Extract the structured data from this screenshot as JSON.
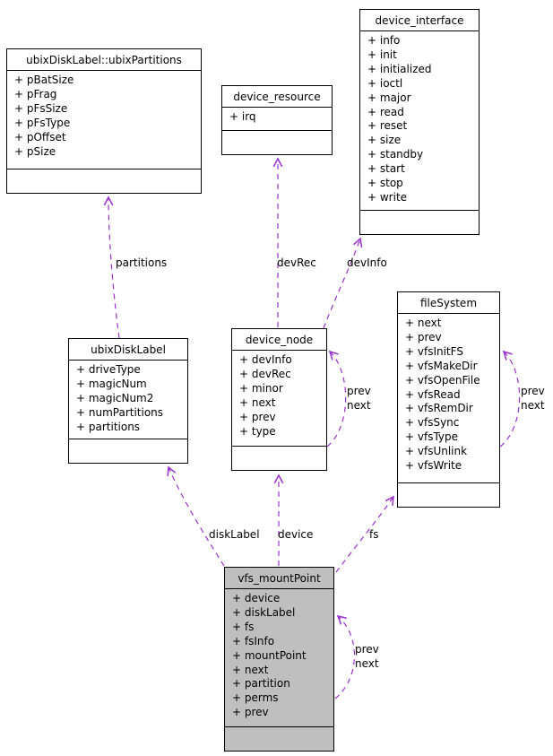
{
  "colors": {
    "edge": "#9a32cd",
    "border": "#000000",
    "node_fill": "#ffffff",
    "highlight_fill": "#bfbfbf",
    "text": "#000000"
  },
  "classes": {
    "ubixPartitions": {
      "title": "ubixDiskLabel::ubixPartitions",
      "fields": [
        "+ pBatSize",
        "+ pFrag",
        "+ pFsSize",
        "+ pFsType",
        "+ pOffset",
        "+ pSize"
      ]
    },
    "device_resource": {
      "title": "device_resource",
      "fields": [
        "+ irq"
      ]
    },
    "device_interface": {
      "title": "device_interface",
      "fields": [
        "+ info",
        "+ init",
        "+ initialized",
        "+ ioctl",
        "+ major",
        "+ read",
        "+ reset",
        "+ size",
        "+ standby",
        "+ start",
        "+ stop",
        "+ write"
      ]
    },
    "ubixDiskLabel": {
      "title": "ubixDiskLabel",
      "fields": [
        "+ driveType",
        "+ magicNum",
        "+ magicNum2",
        "+ numPartitions",
        "+ partitions"
      ]
    },
    "device_node": {
      "title": "device_node",
      "fields": [
        "+ devInfo",
        "+ devRec",
        "+ minor",
        "+ next",
        "+ prev",
        "+ type"
      ]
    },
    "fileSystem": {
      "title": "fileSystem",
      "fields": [
        "+ next",
        "+ prev",
        "+ vfsInitFS",
        "+ vfsMakeDir",
        "+ vfsOpenFile",
        "+ vfsRead",
        "+ vfsRemDir",
        "+ vfsSync",
        "+ vfsType",
        "+ vfsUnlink",
        "+ vfsWrite"
      ]
    },
    "vfs_mountPoint": {
      "title": "vfs_mountPoint",
      "fields": [
        "+ device",
        "+ diskLabel",
        "+ fs",
        "+ fsInfo",
        "+ mountPoint",
        "+ next",
        "+ partition",
        "+ perms",
        "+ prev"
      ]
    }
  },
  "edge_labels": {
    "partitions": "partitions",
    "devRec": "devRec",
    "devInfo": "devInfo",
    "diskLabel": "diskLabel",
    "device": "device",
    "fs": "fs",
    "prev": "prev",
    "next": "next"
  }
}
